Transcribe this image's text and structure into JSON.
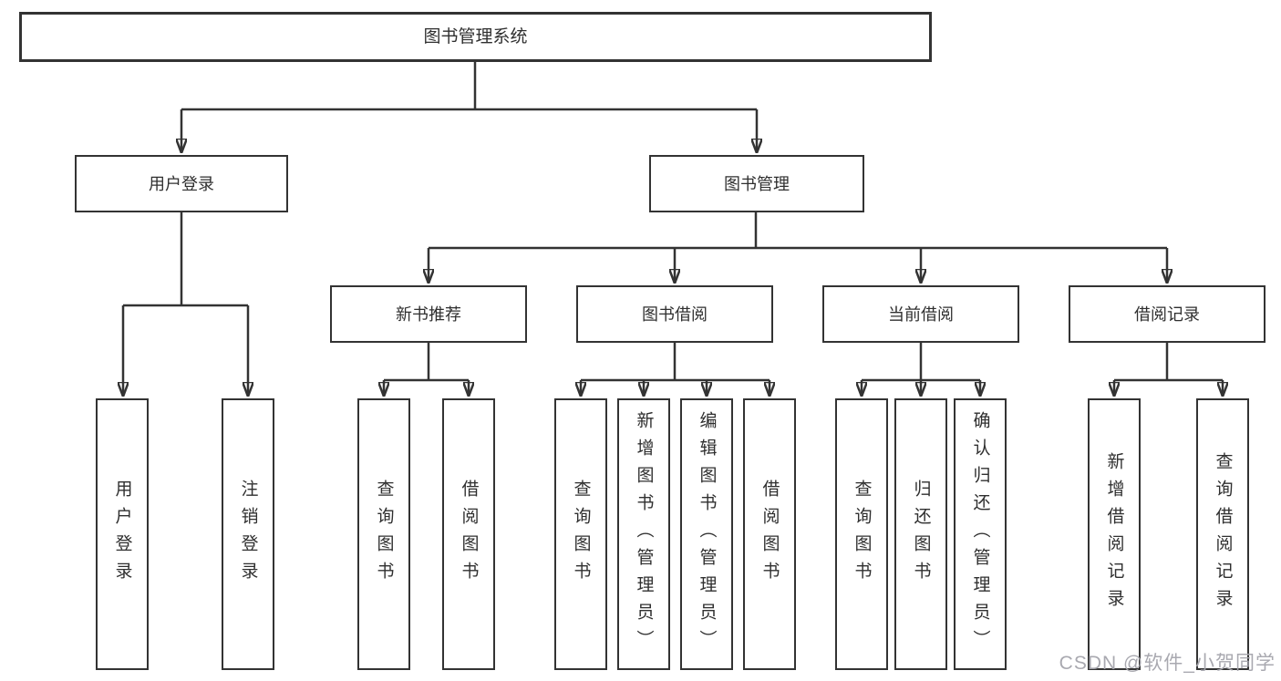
{
  "diagram": {
    "type": "hierarchy-tree",
    "colors": {
      "line": "#333333",
      "border": "#333333",
      "text": "#2f2f2f",
      "background": "#ffffff",
      "watermark": "#a4a4ac"
    },
    "tree": {
      "root": {
        "label": "图书管理系统"
      },
      "branches": [
        {
          "label": "用户登录",
          "children": [
            {
              "label": "用户登录"
            },
            {
              "label": "注销登录"
            }
          ]
        },
        {
          "label": "图书管理",
          "children": [
            {
              "label": "新书推荐",
              "children": [
                {
                  "label": "查询图书"
                },
                {
                  "label": "借阅图书"
                }
              ]
            },
            {
              "label": "图书借阅",
              "children": [
                {
                  "label": "查询图书"
                },
                {
                  "label": "新增图书（管理员）"
                },
                {
                  "label": "编辑图书（管理员）"
                },
                {
                  "label": "借阅图书"
                }
              ]
            },
            {
              "label": "当前借阅",
              "children": [
                {
                  "label": "查询图书"
                },
                {
                  "label": "归还图书"
                },
                {
                  "label": "确认归还（管理员）"
                }
              ]
            },
            {
              "label": "借阅记录",
              "children": [
                {
                  "label": "新增借阅记录"
                },
                {
                  "label": "查询借阅记录"
                }
              ]
            }
          ]
        }
      ]
    },
    "watermark": {
      "text": "CSDN @软件_小贺同学"
    }
  }
}
